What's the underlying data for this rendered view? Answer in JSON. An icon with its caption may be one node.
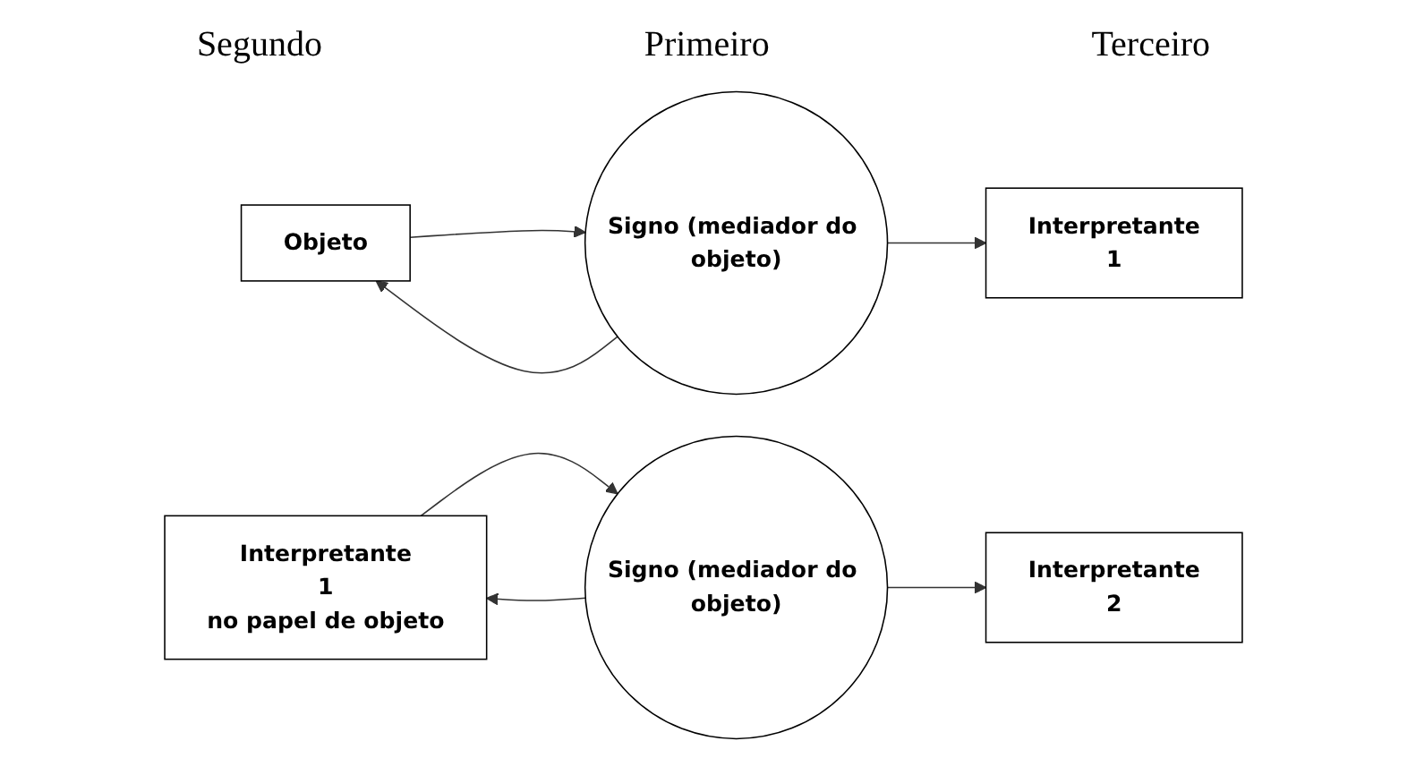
{
  "diagram": {
    "nodes": [
      {
        "text": [
          "Objeto"
        ]
      },
      {
        "text": [
          "Signo (mediador do objeto)"
        ]
      },
      {
        "text": [
          "Interpretante",
          "1"
        ]
      },
      {
        "text": [
          "Interpretante",
          "1",
          "no papel de objeto"
        ]
      },
      {
        "text": [
          "Signo (mediador do objeto)"
        ]
      },
      {
        "text": [
          "Interpretante",
          "2"
        ]
      }
    ],
    "edges": [
      {
        "from": 0,
        "to": 1,
        "arrow": "to"
      },
      {
        "from": 1,
        "to": 0,
        "arrow": "to"
      },
      {
        "from": 1,
        "to": 2,
        "arrow": "to"
      },
      {
        "from": 3,
        "to": 4,
        "arrow": "to"
      },
      {
        "from": 4,
        "to": 3,
        "arrow": "to"
      },
      {
        "from": 4,
        "to": 5,
        "arrow": "to"
      }
    ],
    "labels": [
      "Segundo",
      "Primeiro",
      "Terceiro"
    ]
  }
}
